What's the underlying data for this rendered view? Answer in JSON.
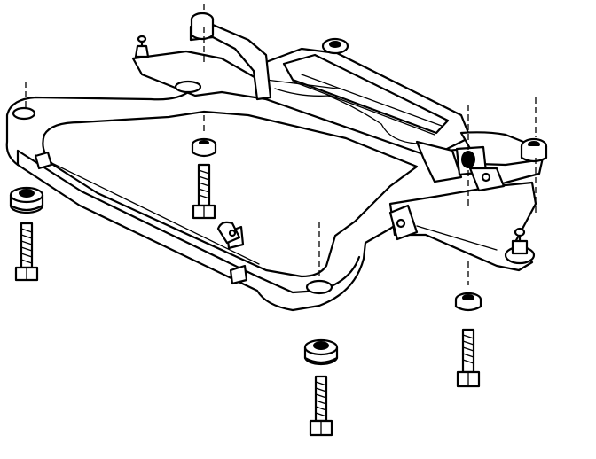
{
  "diagram": {
    "description_visible_text": "",
    "colors": {
      "line": "#000000",
      "background": "#ffffff"
    },
    "parts": {
      "subframe": "subframe-outline",
      "bolts": [
        "front-left-bolt",
        "center-left-bolt",
        "front-center-bolt",
        "rear-right-bolt"
      ],
      "insulators": [
        "front-left-insulator",
        "center-left-insulator",
        "front-center-insulator",
        "rear-right-insulator",
        "upper-right-insulator",
        "upper-left-insulator"
      ]
    }
  }
}
